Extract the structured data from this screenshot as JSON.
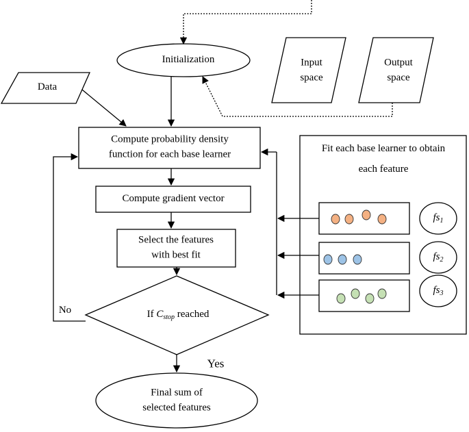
{
  "nodes": {
    "initialization": "Initialization",
    "data": "Data",
    "input_space": {
      "line1": "Input",
      "line2": "space"
    },
    "output_space": {
      "line1": "Output",
      "line2": "space"
    },
    "compute_pdf": {
      "line1": "Compute probability density",
      "line2": "function for each base learner"
    },
    "compute_gradient": "Compute gradient vector",
    "select_features": {
      "line1": "Select the features",
      "line2": "with best fit"
    },
    "decision": {
      "prefix": "If ",
      "var": "C",
      "sub": "stop",
      "suffix": " reached"
    },
    "final": {
      "line1": "Final sum of",
      "line2": "selected features"
    },
    "fit_panel": {
      "line1": "Fit each base learner to obtain",
      "line2": "each feature"
    }
  },
  "edges": {
    "no": "No",
    "yes": "Yes"
  },
  "features": [
    {
      "var": "fs",
      "sub": "1",
      "dot_colors": [
        "#f4b183",
        "#f4b183",
        "#f4b183",
        "#f4b183"
      ]
    },
    {
      "var": "fs",
      "sub": "2",
      "dot_colors": [
        "#9dc3e6",
        "#9dc3e6",
        "#9dc3e6"
      ]
    },
    {
      "var": "fs",
      "sub": "3",
      "dot_colors": [
        "#c5e0b4",
        "#c5e0b4",
        "#c5e0b4",
        "#c5e0b4"
      ]
    }
  ]
}
